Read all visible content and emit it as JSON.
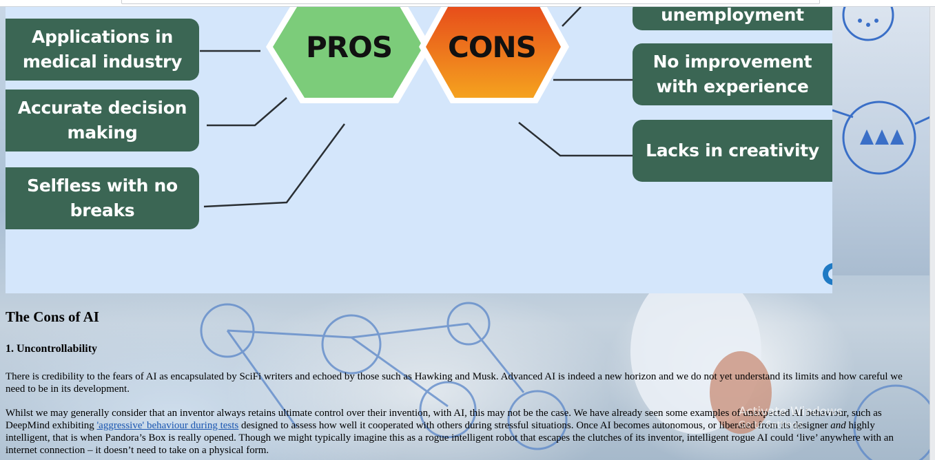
{
  "infographic": {
    "pros_label": "PROS",
    "cons_label": "CONS",
    "pros_items": [
      {
        "line1": "Applications in",
        "line2": "medical industry"
      },
      {
        "line1": "Accurate decision",
        "line2": "making"
      },
      {
        "line1": "Selfless with no",
        "line2": "breaks"
      }
    ],
    "cons_items": [
      {
        "line1": "unemployment",
        "line2": ""
      },
      {
        "line1": "No improvement",
        "line2": "with experience"
      },
      {
        "line1": "Lacks in creativity",
        "line2": ""
      }
    ],
    "colors": {
      "panel": "#d4e6fb",
      "pill": "#3b6654",
      "pros_hex": "#7ccc7a",
      "cons_hex": "#ef6a12"
    }
  },
  "article": {
    "heading": "The Cons of AI",
    "subheading": "1. Uncontrollability",
    "para1": "There is credibility to the fears of AI as encapsulated by SciFi writers and echoed by those such as Hawking and Musk. Advanced AI is indeed a new horizon and we do not yet understand its limits and how careful we need to be in its development.",
    "para2_a": "Whilst we may generally consider that an inventor always retains ultimate control over their invention, with AI, this may not be the case. We have already seen some examples of unexpected AI behaviour, such as DeepMind exhibiting ",
    "para2_link": "'aggressive' behaviour during tests",
    "para2_b": " designed to assess how well it cooperated with others during stressful situations. Once AI becomes autonomous, or liberated from its designer ",
    "para2_em": "and",
    "para2_c": " highly intelligent, that is when Pandora’s Box is really opened. Though we might typically imagine this as a rogue intelligent robot that escapes the clutches of its inventor, intelligent rogue AI could ‘live’ anywhere with an internet connection – it doesn’t need to take on a physical form."
  },
  "system": {
    "watermark_line1": "Activate Windows",
    "watermark_line2": "Go to Settings"
  }
}
